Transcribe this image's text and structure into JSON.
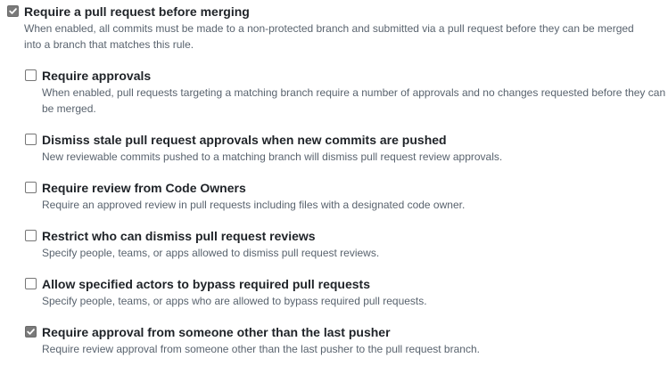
{
  "main_rule": {
    "title": "Require a pull request before merging",
    "description": "When enabled, all commits must be made to a non-protected branch and submitted via a pull request before they can be merged into a branch that matches this rule.",
    "checked": true
  },
  "sub_options": [
    {
      "title": "Require approvals",
      "description": "When enabled, pull requests targeting a matching branch require a number of approvals and no changes requested before they can be merged.",
      "checked": false
    },
    {
      "title": "Dismiss stale pull request approvals when new commits are pushed",
      "description": "New reviewable commits pushed to a matching branch will dismiss pull request review approvals.",
      "checked": false
    },
    {
      "title": "Require review from Code Owners",
      "description": "Require an approved review in pull requests including files with a designated code owner.",
      "checked": false
    },
    {
      "title": "Restrict who can dismiss pull request reviews",
      "description": "Specify people, teams, or apps allowed to dismiss pull request reviews.",
      "checked": false
    },
    {
      "title": "Allow specified actors to bypass required pull requests",
      "description": "Specify people, teams, or apps who are allowed to bypass required pull requests.",
      "checked": false
    },
    {
      "title": "Require approval from someone other than the last pusher",
      "description": "Require review approval from someone other than the last pusher to the pull request branch.",
      "checked": true
    }
  ]
}
